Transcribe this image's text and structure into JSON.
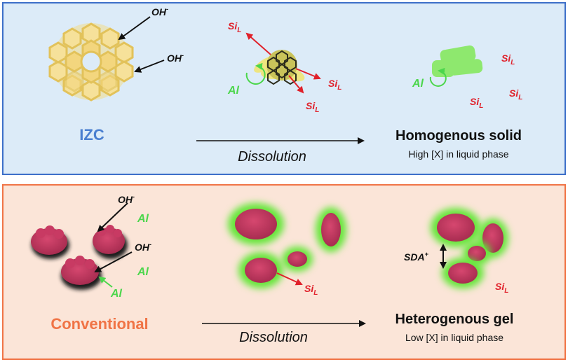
{
  "top": {
    "izc_label": "IZC",
    "oh1": "OH",
    "oh1_sup": "-",
    "oh2": "OH",
    "oh2_sup": "-",
    "si_main": "Si",
    "si_sub": "L",
    "al": "Al",
    "arrow_label": "Dissolution",
    "result_title": "Homogenous solid",
    "result_sub": "High [X] in liquid phase"
  },
  "bottom": {
    "conv_label": "Conventional",
    "oh1": "OH",
    "oh1_sup": "-",
    "oh2": "OH",
    "oh2_sup": "-",
    "al": "Al",
    "si_main": "Si",
    "si_sub": "L",
    "sda": "SDA",
    "sda_sup": "+",
    "arrow_label": "Dissolution",
    "result_title": "Heterogenous gel",
    "result_sub": "Low [X] in liquid phase"
  },
  "colors": {
    "top_bg": "#dcebf8",
    "top_border": "#3d6fc9",
    "bottom_bg": "#fbe5d8",
    "bottom_border": "#f07446",
    "izc_blue": "#4a7fd0",
    "conv_orange": "#f07446",
    "si_red": "#e0202a",
    "al_green": "#4cd64c",
    "particle": "#c83a63"
  }
}
